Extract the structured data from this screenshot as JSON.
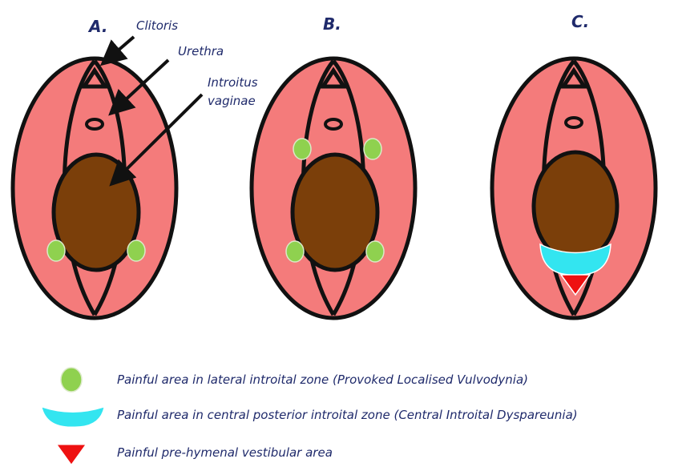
{
  "panels": [
    {
      "letter": "A."
    },
    {
      "letter": "B."
    },
    {
      "letter": "C."
    }
  ],
  "callouts": {
    "clitoris": "Clitoris",
    "urethra": "Urethra",
    "introitus_line1": "Introitus",
    "introitus_line2": "vaginae"
  },
  "legend": {
    "green_spot": "Painful area in lateral introital zone (Provoked Localised Vulvodynia)",
    "cyan_crescent": "Painful area in central posterior introital zone (Central Introital Dyspareunia)",
    "red_triangle": "Painful pre-hymenal vestibular area"
  },
  "colors": {
    "labia": "#f47b7b",
    "introitus": "#7b3f0a",
    "outline": "#111111",
    "painful_lateral": "#8fd14f",
    "painful_central": "#33e5f0",
    "painful_prehymenal": "#ee1111",
    "text": "#1f2a6b"
  }
}
